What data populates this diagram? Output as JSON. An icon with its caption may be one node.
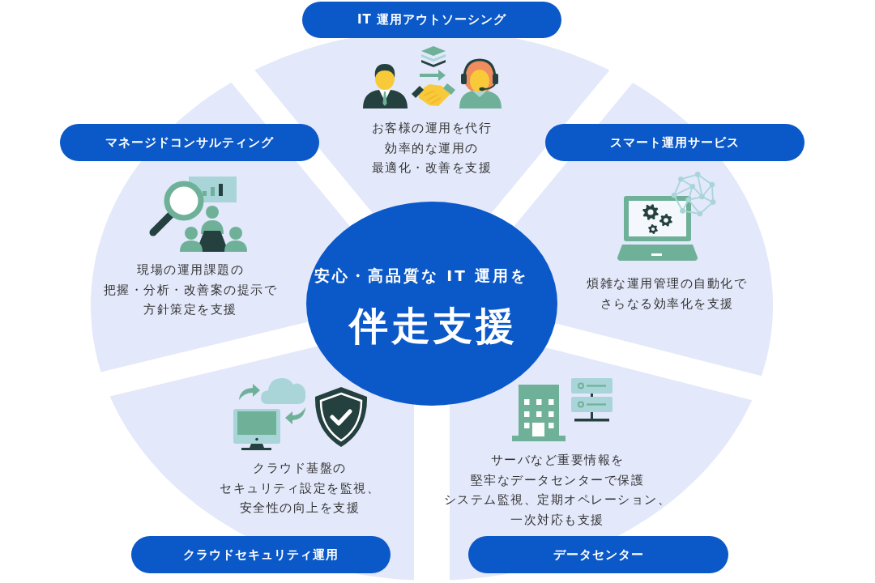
{
  "diagram": {
    "nodes": [
      {
        "text": [
          "IT 運用アウトソーシング"
        ]
      },
      {
        "text": [
          "お客様の運用を代行効率的な運用の最適化・改善を支援"
        ]
      },
      {
        "text": [
          "マネージドコンサルティング"
        ]
      },
      {
        "text": [
          "現場の運用課題の把握・分析・改善案の提示で方針策定を支援"
        ]
      },
      {
        "text": [
          "スマート運用サービス"
        ]
      },
      {
        "text": [
          "煩雑な運用管理の自動化でさらなる効率化を支援"
        ]
      },
      {
        "text": [
          "安心・高品質な IT 運用を",
          "伴走支援"
        ]
      },
      {
        "text": [
          "クラウド基盤のセキュリティ設定を監視、安全性の向上を支援"
        ]
      },
      {
        "text": [
          "クラウドセキュリティ運用"
        ]
      },
      {
        "text": [
          "サーバなど重要情報を堅牢なデータセンターで保護システム監視、定期オペレーション、一次対応も支援"
        ]
      },
      {
        "text": [
          "データセンター"
        ]
      }
    ]
  }
}
